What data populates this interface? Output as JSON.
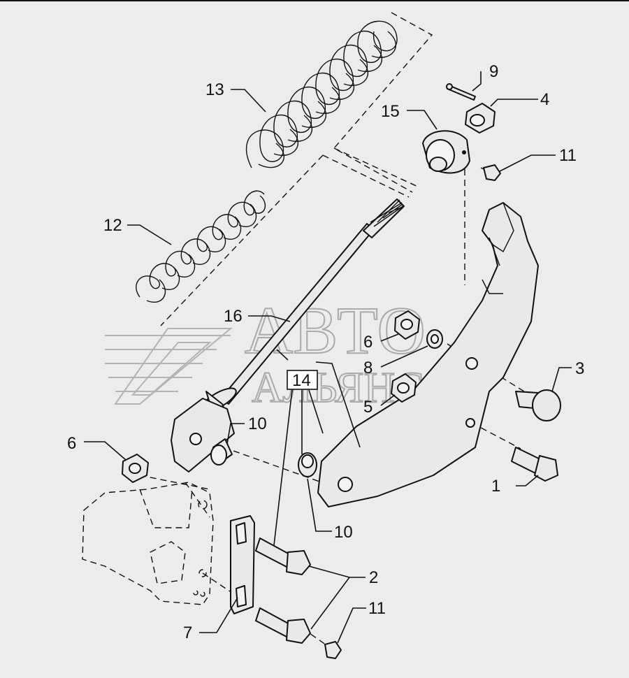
{
  "watermark": {
    "line1": "АВТО",
    "line2": "АЛЬЯНС"
  },
  "callouts": {
    "p1": "1",
    "p2": "2",
    "p3": "3",
    "p4": "4",
    "p5": "5",
    "p6a": "6",
    "p6b": "6",
    "p7": "7",
    "p8": "8",
    "p9": "9",
    "p10a": "10",
    "p10b": "10",
    "p11a": "11",
    "p11b": "11",
    "p12": "12",
    "p13": "13",
    "p14": "14",
    "p15": "15",
    "p16": "16"
  }
}
